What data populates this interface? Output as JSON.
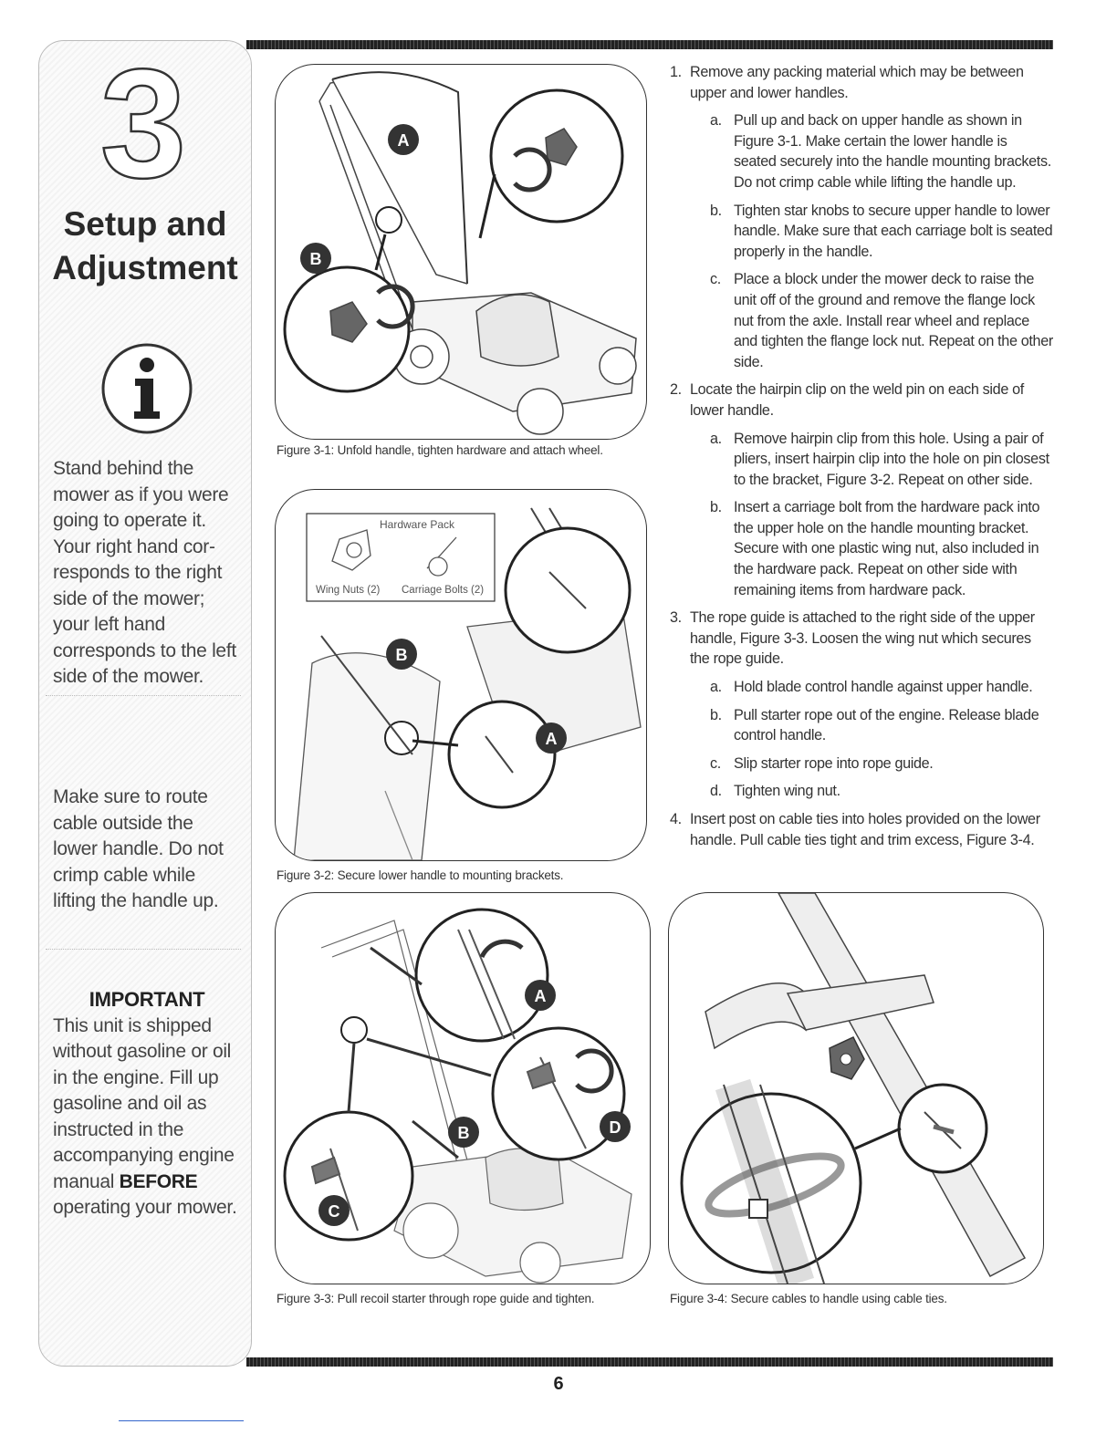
{
  "sidebar": {
    "chapter_number": "3",
    "title_line1": "Setup and",
    "title_line2": "Adjustment",
    "note1": "Stand behind the mower as if you were going to operate it. Your right hand cor-responds to the right side of the mower; your left hand corresponds to the left side of the mower.",
    "note2": "Make sure to route cable outside the lower handle. Do not crimp cable while lifting the handle up.",
    "important_title": "IMPORTANT",
    "important_text": "This unit is shipped without gasoline or oil in the engine. Fill up gasoline and oil as instructed in the accompanying engine manual",
    "important_bold": "BEFORE",
    "important_tail": "operating your mower."
  },
  "figures": {
    "fig1": {
      "caption": "Figure 3-1: Unfold handle, tighten hardware and attach wheel.",
      "labels": [
        "A",
        "B"
      ]
    },
    "fig2": {
      "caption": "Figure 3-2: Secure lower handle to mounting brackets.",
      "labels": [
        "B",
        "A"
      ],
      "hardware_title": "Hardware Pack",
      "hardware_item1": "Wing Nuts (2)",
      "hardware_item2": "Carriage Bolts (2)"
    },
    "fig3": {
      "caption": "Figure 3-3: Pull recoil starter through rope guide and tighten.",
      "labels": [
        "A",
        "B",
        "C",
        "D"
      ]
    },
    "fig4": {
      "caption": "Figure 3-4: Secure cables to handle using cable ties."
    }
  },
  "steps": [
    {
      "num": "1.",
      "text": "Remove any packing material which may be between upper and lower handles.",
      "subs": [
        {
          "lt": "a.",
          "text": "Pull up and back on upper handle as shown in Figure 3-1. Make certain the lower handle is seated securely into the handle mounting brackets. Do not crimp cable while lifting the handle up."
        },
        {
          "lt": "b.",
          "text": "Tighten star knobs to secure upper handle to lower handle. Make sure that each carriage bolt is seated properly in the handle."
        },
        {
          "lt": "c.",
          "text": "Place a block under the mower deck to raise the unit off of the ground and remove the flange lock nut from the axle. Install rear wheel and replace and tighten the flange lock nut. Repeat on the other side."
        }
      ]
    },
    {
      "num": "2.",
      "text": "Locate the hairpin clip on the weld pin on each side of lower handle.",
      "subs": [
        {
          "lt": "a.",
          "text": "Remove hairpin clip from this hole. Using a pair of pliers, insert hairpin clip into the hole on pin closest to the bracket, Figure 3-2. Repeat on other side."
        },
        {
          "lt": "b.",
          "text": "Insert a carriage bolt from the hardware pack into the upper hole on the handle mounting bracket. Secure with one plastic wing nut, also included in the hardware pack. Repeat on other side with remaining items from hardware pack."
        }
      ]
    },
    {
      "num": "3.",
      "text": "The rope guide is attached to the right side of the upper handle, Figure 3-3. Loosen the wing nut which secures the rope guide.",
      "subs": [
        {
          "lt": "a.",
          "text": "Hold blade control handle against upper handle."
        },
        {
          "lt": "b.",
          "text": "Pull starter rope out of the engine. Release blade control handle."
        },
        {
          "lt": "c.",
          "text": "Slip starter rope into rope guide."
        },
        {
          "lt": "d.",
          "text": "Tighten wing nut."
        }
      ]
    },
    {
      "num": "4.",
      "text": "Insert post on cable ties into holes provided on the lower handle. Pull cable ties tight and trim excess, Figure 3-4.",
      "subs": []
    }
  ],
  "page_number": "6"
}
